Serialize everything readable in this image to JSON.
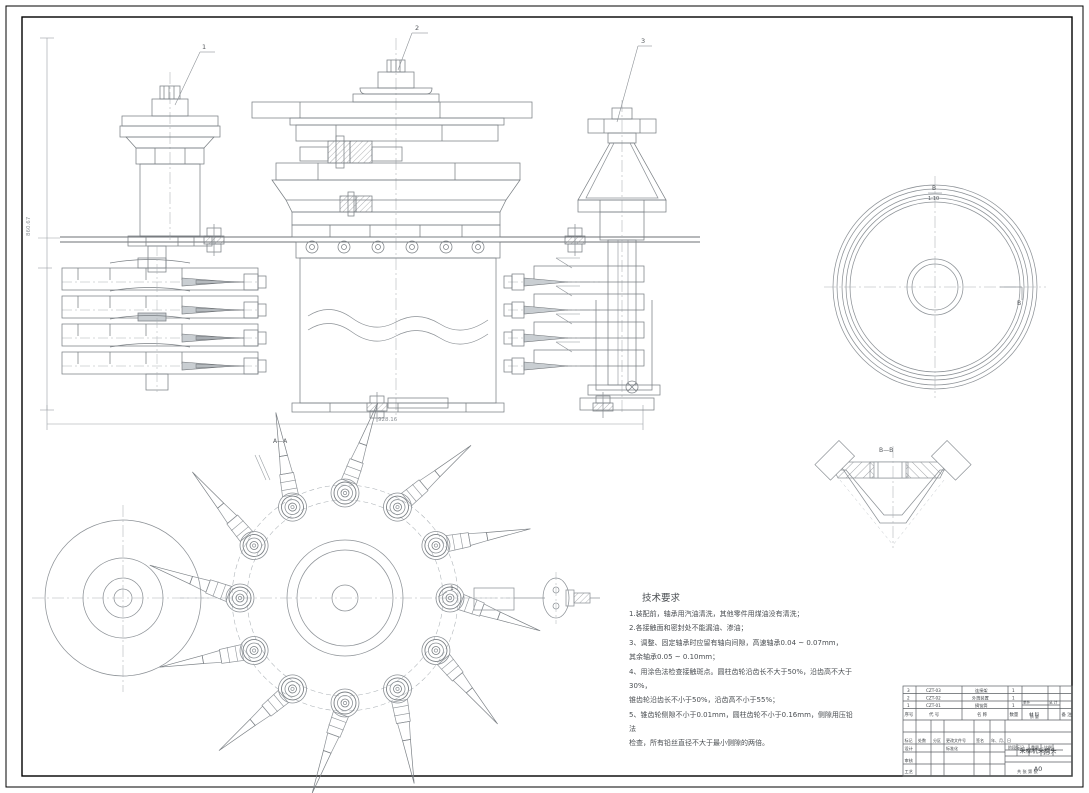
{
  "sheet": {
    "format": "A0",
    "border_color": "#000000",
    "line_color": "#6e7276",
    "bg": "#ffffff"
  },
  "views": {
    "main_elevation": {
      "label": "",
      "callouts": [
        "1",
        "2",
        "3"
      ],
      "dim_vertical": "860.67",
      "dim_horizontal": "928.16",
      "spindle_rows": 4,
      "spindles_per_row": 6
    },
    "right_circular": {
      "label": "B",
      "note": "1:10",
      "section_arrow": "B"
    },
    "section_aa": {
      "label": "A—A",
      "drum_spindles": 12,
      "callout": "1"
    },
    "section_bb": {
      "label": "B—B"
    }
  },
  "tech_notes": {
    "title": "技术要求",
    "items": [
      "1.装配前，轴承用汽油清洗，其他零件用煤油没有清洗；",
      "2.各接触面和密封处不能漏油、渗油；",
      "3、调整、固定轴承时应留有轴向间隙，高速轴承0.04 ~ 0.07mm，",
      "  其余轴承0.05 ~ 0.10mm；",
      "4、用涂色法检查接触斑点。圆柱齿轮沿齿长不大于50%，沿齿高不大于",
      "30%，",
      "   锥齿轮沿齿长不小于50%，沿齿高不小于55%；",
      "5、锥齿轮侧隙不小于0.01mm，圆柱齿轮不小于0.16mm，侧隙用压铅",
      "法",
      "  检查，所有铅丝直径不大于最小侧隙的两倍。"
    ]
  },
  "title_block": {
    "parts_rows": [
      {
        "no": "3",
        "code": "CZT-03",
        "name": "连接架",
        "qty": "1",
        "material": "",
        "mass": "",
        "remark": ""
      },
      {
        "no": "2",
        "code": "CZT-02",
        "name": "外筒装置",
        "qty": "1",
        "material": "",
        "mass": "",
        "remark": ""
      },
      {
        "no": "1",
        "code": "CZT-01",
        "name": "摘锭筒",
        "qty": "1",
        "material": "",
        "mass": "",
        "remark": ""
      }
    ],
    "parts_header": {
      "no": "序号",
      "code": "代 号",
      "name": "名 称",
      "qty": "数量",
      "material": "材 料",
      "mass_single": "单件",
      "mass_total": "总 计",
      "mass_group": "质 量",
      "remark": "备 注"
    },
    "rev_header": [
      "标记",
      "处数",
      "分区",
      "更改文件号",
      "签名",
      "年、月、日"
    ],
    "roles": [
      "设计",
      "审核",
      "工艺"
    ],
    "std_label": "标准化",
    "stage_label": "阶段标记",
    "mass_label": "重量",
    "scale_label": "比例",
    "scale_value": "1:5",
    "sheet_label": "共 张 第 张",
    "drawing_title": "采棉机采摘头",
    "drawing_format": "A0"
  }
}
